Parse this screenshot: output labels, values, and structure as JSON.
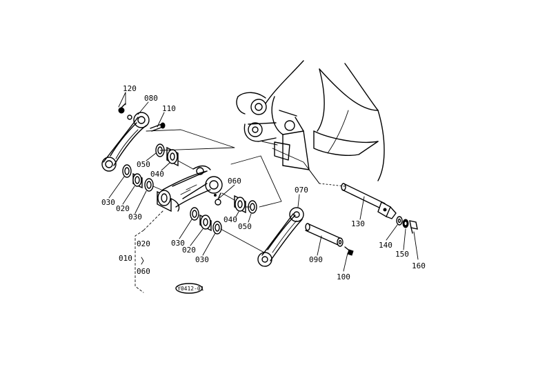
{
  "part_labels": {
    "p010": "010",
    "p020_a": "020",
    "p020_b": "020",
    "p020_c": "020",
    "p030_a": "030",
    "p030_b": "030",
    "p030_c": "030",
    "p030_d": "030",
    "p040_a": "040",
    "p040_b": "040",
    "p050_a": "050",
    "p050_b": "050",
    "p060_a": "060",
    "p060_b": "060",
    "p070": "070",
    "p080": "080",
    "p090": "090",
    "p100": "100",
    "p110": "110",
    "p120": "120",
    "p130": "130",
    "p140": "140",
    "p150": "150",
    "p160": "160"
  },
  "drawing_code": "Y0412-01"
}
